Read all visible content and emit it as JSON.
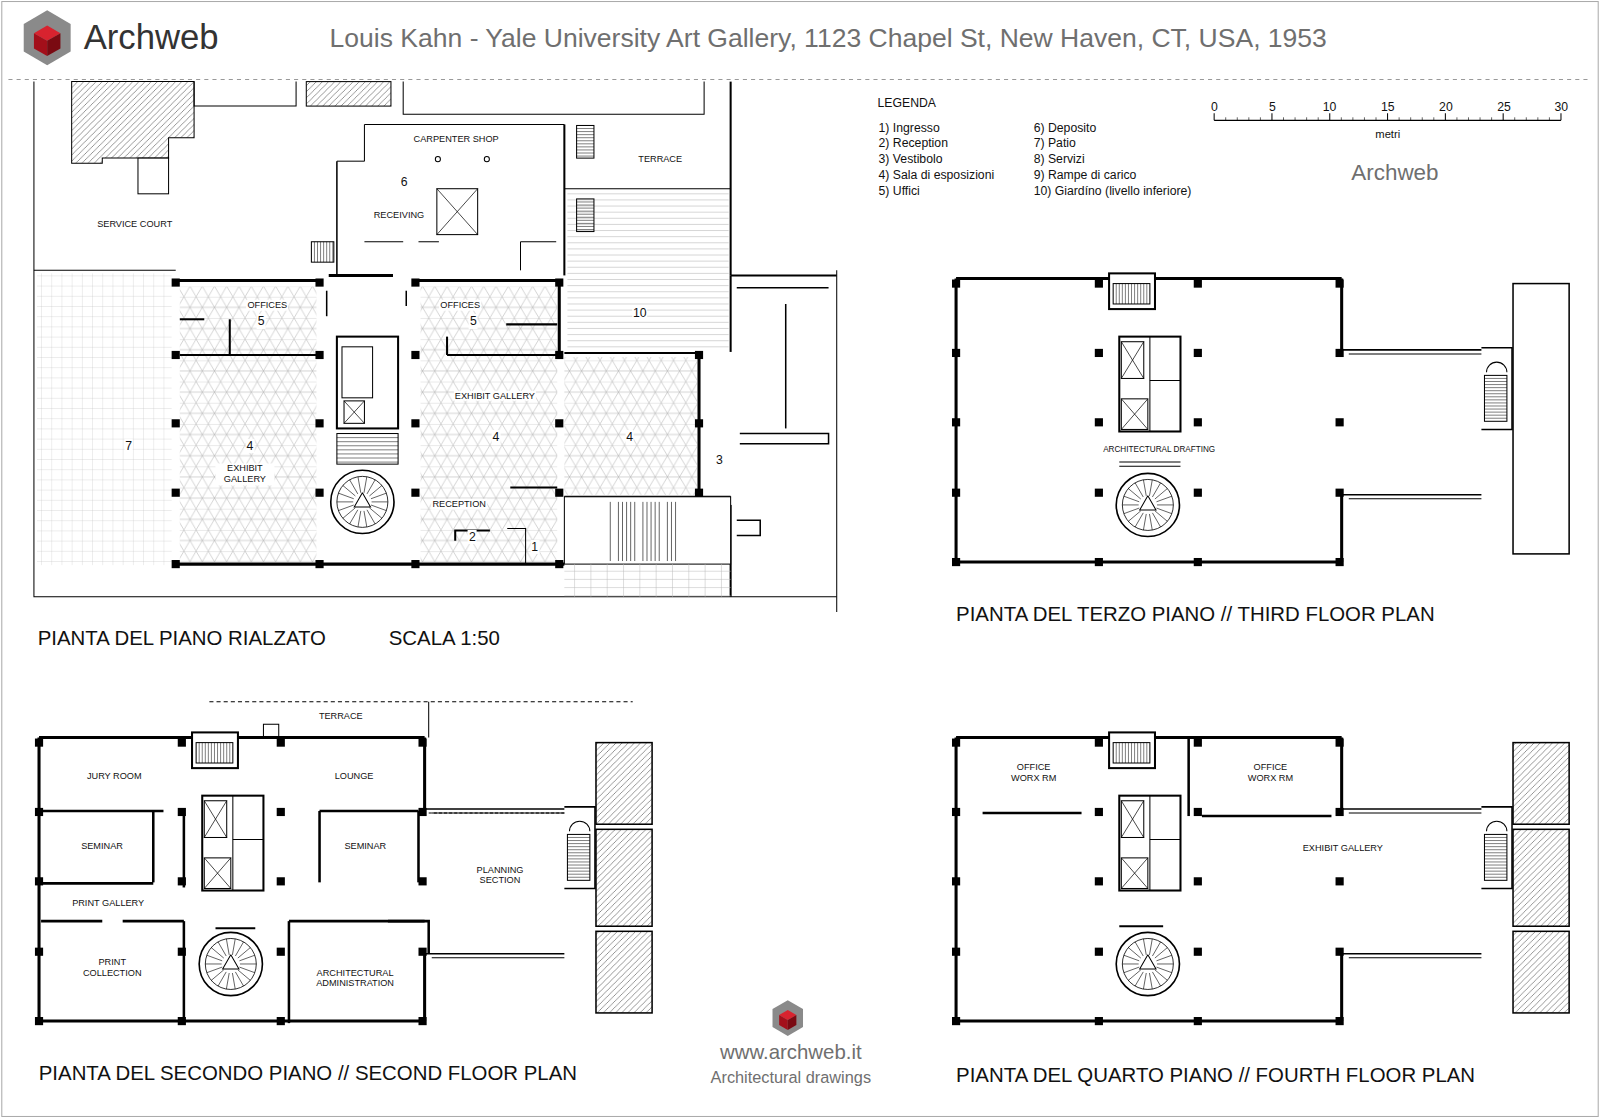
{
  "diagram": {
    "title": "Louis Kahn - Yale University Art Gallery, 1123 Chapel St, New Haven, CT, USA, 1953",
    "labels": [
      "Archweb",
      "LEGENDA",
      "0",
      "5",
      "10",
      "15",
      "20",
      "25",
      "30",
      "metri",
      "Archweb",
      "CARPENTER SHOP",
      "6",
      "TERRACE",
      "SERVICE COURT",
      "RECEIVING",
      "OFFICES",
      "5",
      "OFFICES",
      "5",
      "10",
      "EXHIBIT GALLERY",
      "7",
      "4",
      "EXHIBIT GALLERY",
      "4",
      "4",
      "3",
      "RECEPTION",
      "2",
      "1",
      "PIANTA DEL PIANO RIALZATO",
      "SCALA 1:50",
      "ARCHITECTURAL DRAFTING",
      "PIANTA DEL TERZO PIANO // THIRD FLOOR PLAN",
      "TERRACE",
      "JURY ROOM",
      "LOUNGE",
      "SEMINAR",
      "SEMINAR",
      "PLANNING SECTION",
      "PRINT GALLERY",
      "PRINT COLLECTION",
      "ARCHITECTURAL ADMINISTRATION",
      "PIANTA DEL SECONDO PIANO // SECOND FLOOR PLAN",
      "www.archweb.it",
      "Architectural drawings",
      "OFFICE WORX RM",
      "OFFICE WORX RM",
      "EXHIBIT GALLERY",
      "PIANTA DEL QUARTO PIANO // FOURTH FLOOR PLAN"
    ],
    "legend": [
      {
        "text": "1) Ingresso"
      },
      {
        "text": "2) Reception"
      },
      {
        "text": "3) Vestibolo"
      },
      {
        "text": "4) Sala di esposizioni"
      },
      {
        "text": "5) Uffici"
      },
      {
        "text": "6) Deposito"
      },
      {
        "text": "7) Patio"
      },
      {
        "text": "8) Servizi"
      },
      {
        "text": "9) Rampe di carico"
      },
      {
        "text": "10) Giardíno (livello inferiore)"
      }
    ]
  }
}
